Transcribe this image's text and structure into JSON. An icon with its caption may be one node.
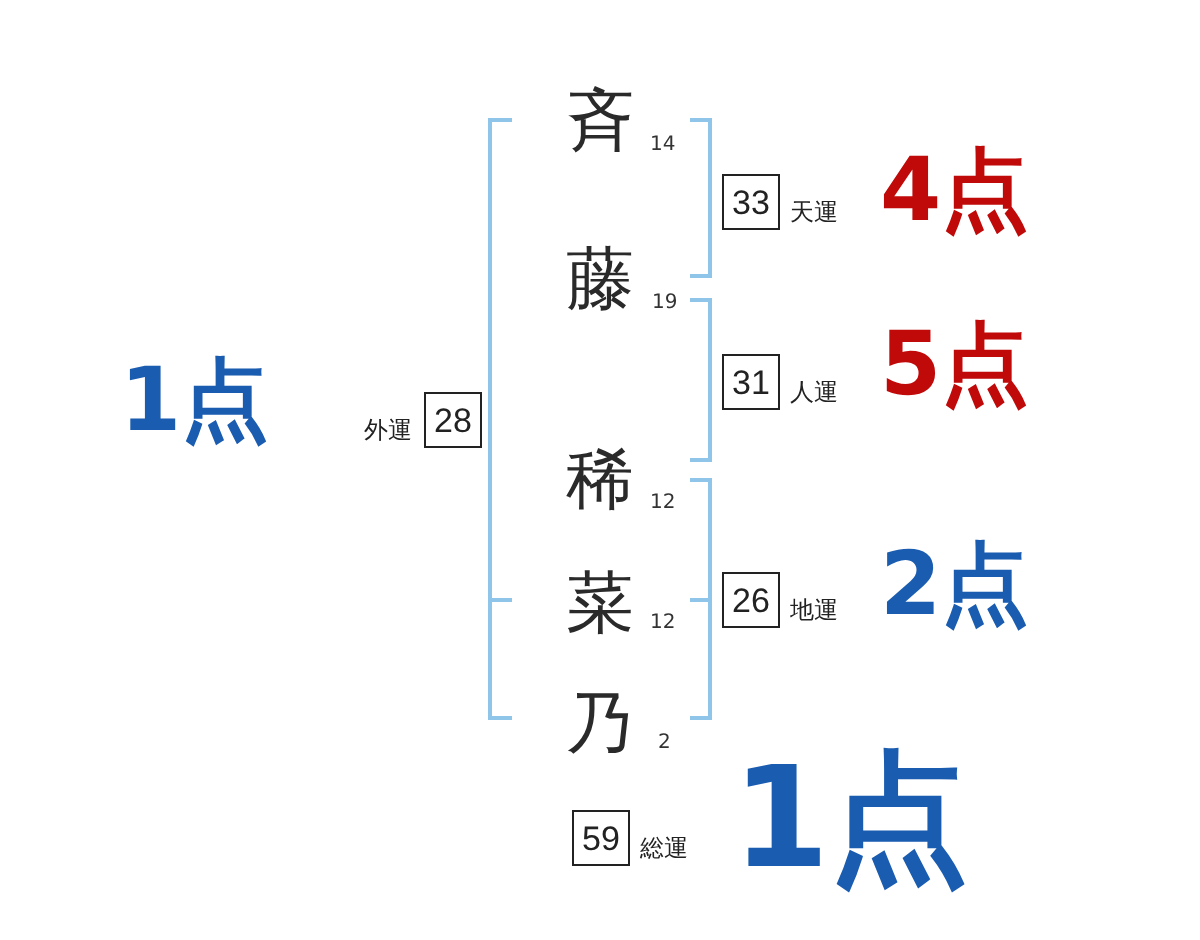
{
  "diagram": {
    "nodes": [
      {
        "text": [
          "33"
        ],
        "beside": [
          "天運"
        ]
      },
      {
        "text": [
          "31"
        ],
        "beside": [
          "人運"
        ]
      },
      {
        "text": [
          "28"
        ],
        "beside": [
          "外運"
        ]
      },
      {
        "text": [
          "26"
        ],
        "beside": [
          "地運"
        ]
      },
      {
        "text": [
          "59"
        ],
        "beside": [
          "総運"
        ]
      }
    ],
    "labels": [
      "斉",
      "14",
      "4点",
      "藤",
      "19",
      "5点",
      "1点",
      "稀",
      "12",
      "2点",
      "菜",
      "12",
      "乃",
      "2",
      "1点"
    ]
  }
}
